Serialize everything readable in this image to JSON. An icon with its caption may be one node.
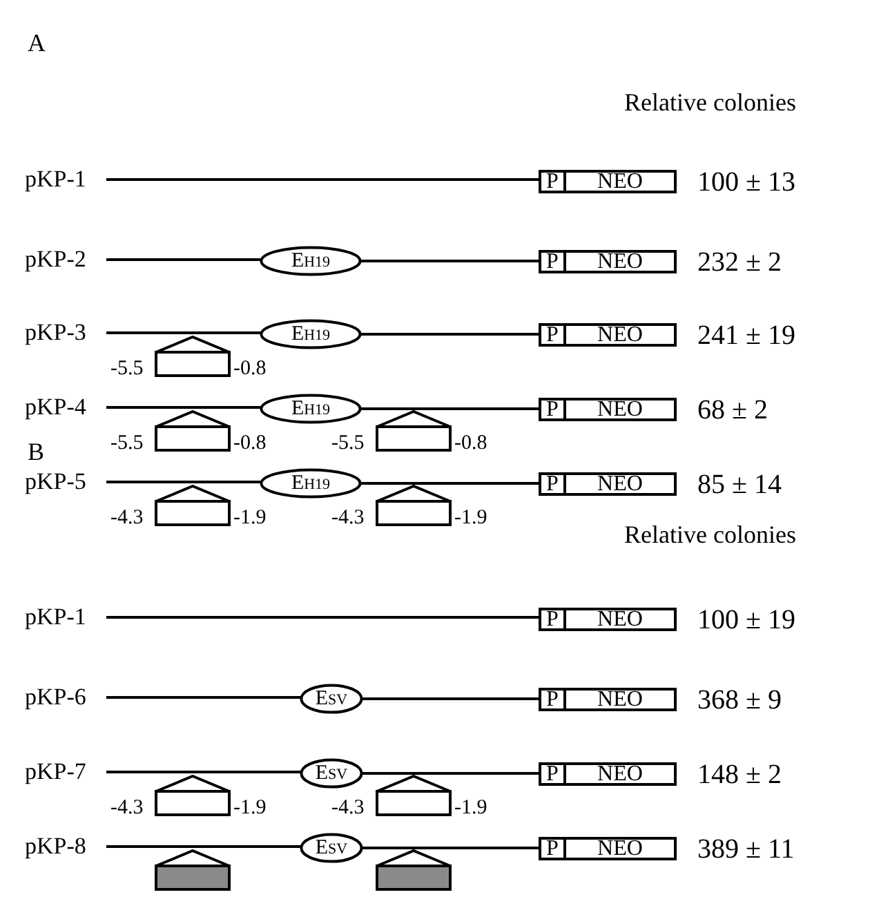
{
  "diagram": {
    "nodes": [
      {
        "text": [
          "pKP-1"
        ]
      },
      {
        "text": [
          "P"
        ]
      },
      {
        "text": [
          "NEO"
        ]
      },
      {
        "text": [
          "pKP-2"
        ]
      },
      {
        "text": [
          "E$_{H19}$"
        ]
      },
      {
        "text": [
          "P"
        ]
      },
      {
        "text": [
          "NEO"
        ]
      },
      {
        "text": [
          "pKP-3"
        ]
      },
      {
        "text": [
          "E$_{H19}$"
        ]
      },
      {
        "text": [
          "P"
        ]
      },
      {
        "text": [
          "NEO"
        ]
      },
      {
        "text": [],
        "shape": "box",
        "beside": [
          "-5.5",
          "-0.8"
        ]
      },
      {
        "text": [
          "pKP-4"
        ]
      },
      {
        "text": [
          "E$_{H19}$"
        ]
      },
      {
        "text": [
          "P"
        ]
      },
      {
        "text": [
          "NEO"
        ]
      },
      {
        "text": [],
        "shape": "box",
        "beside": [
          "-5.5",
          "-0.8"
        ]
      },
      {
        "text": [],
        "shape": "box",
        "beside": [
          "-5.5",
          "-0.8"
        ]
      },
      {
        "text": [
          "pKP-5"
        ]
      },
      {
        "text": [
          "E$_{H19}$"
        ]
      },
      {
        "text": [
          "P"
        ]
      },
      {
        "text": [
          "NEO"
        ]
      },
      {
        "text": [],
        "shape": "box",
        "beside": [
          "-4.3",
          "-1.9"
        ]
      },
      {
        "text": [],
        "shape": "box",
        "beside": [
          "-4.3",
          "-1.9"
        ]
      },
      {
        "text": [
          "pKP-1"
        ]
      },
      {
        "text": [
          "P"
        ]
      },
      {
        "text": [
          "NEO"
        ]
      },
      {
        "text": [
          "pKP-6"
        ]
      },
      {
        "text": [
          "E$_{SV}$"
        ]
      },
      {
        "text": [
          "P"
        ]
      },
      {
        "text": [
          "NEO"
        ]
      },
      {
        "text": [
          "pKP-7"
        ]
      },
      {
        "text": [
          "E$_{SV}$"
        ]
      },
      {
        "text": [
          "P"
        ]
      },
      {
        "text": [
          "NEO"
        ]
      },
      {
        "text": [],
        "shape": "box",
        "beside": [
          "-4.3",
          "-1.9"
        ]
      },
      {
        "text": [],
        "shape": "box",
        "beside": [
          "-4.3",
          "-1.9"
        ]
      },
      {
        "text": [
          "pKP-8"
        ]
      },
      {
        "text": [
          "E$_{SV}$"
        ]
      },
      {
        "text": [
          "P"
        ]
      },
      {
        "text": [
          "NEO"
        ]
      },
      {
        "text": [],
        "shape": "box"
      },
      {
        "text": [],
        "shape": "box"
      }
    ],
    "edges": [
      {
        "from": 0,
        "to": 1,
        "arrow": "none"
      },
      {
        "from": 3,
        "to": 4,
        "arrow": "none"
      },
      {
        "from": 4,
        "to": 5,
        "arrow": "none"
      },
      {
        "from": 7,
        "to": 8,
        "arrow": "none"
      },
      {
        "from": 8,
        "to": 9,
        "arrow": "none"
      },
      {
        "from": 12,
        "to": 13,
        "arrow": "none"
      },
      {
        "from": 13,
        "to": 14,
        "arrow": "none"
      },
      {
        "from": 18,
        "to": 19,
        "arrow": "none"
      },
      {
        "from": 19,
        "to": 20,
        "arrow": "none"
      },
      {
        "from": 24,
        "to": 25,
        "arrow": "none"
      },
      {
        "from": 27,
        "to": 28,
        "arrow": "none"
      },
      {
        "from": 28,
        "to": 29,
        "arrow": "none"
      },
      {
        "from": 31,
        "to": 32,
        "arrow": "none"
      },
      {
        "from": 32,
        "to": 33,
        "arrow": "none"
      },
      {
        "from": 37,
        "to": 38,
        "arrow": "none"
      },
      {
        "from": 38,
        "to": 39,
        "arrow": "none"
      }
    ],
    "labels": [
      "A",
      "Relative colonies",
      "100 ± 13",
      "232 ± 2",
      "241 ± 19",
      "68 ± 2",
      "85 ± 14",
      "B",
      "Relative colonies",
      "100 ± 19",
      "368 ± 9",
      "148 ± 2",
      "389 ± 11"
    ]
  }
}
